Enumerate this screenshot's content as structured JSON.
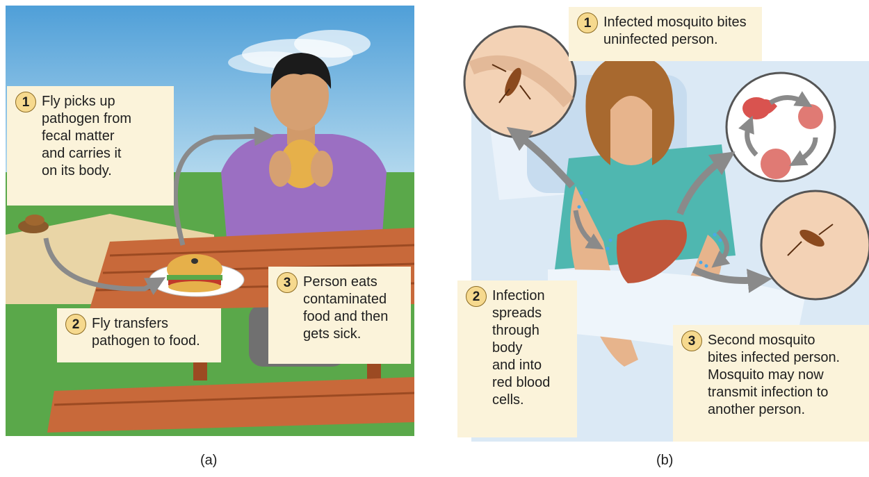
{
  "panel_a": {
    "caption": "(a)",
    "steps": [
      {
        "num": "1",
        "text": "Fly picks up\npathogen from\nfecal matter\nand carries it\non its body."
      },
      {
        "num": "2",
        "text": "Fly transfers\npathogen to food."
      },
      {
        "num": "3",
        "text": "Person eats\ncontaminated\nfood and then\ngets sick."
      }
    ]
  },
  "panel_b": {
    "caption": "(b)",
    "steps": [
      {
        "num": "1",
        "text": "Infected mosquito bites\nuninfected person."
      },
      {
        "num": "2",
        "text": "Infection\nspreads\nthrough\nbody\nand into\nred blood\ncells."
      },
      {
        "num": "3",
        "text": "Second mosquito\nbites infected person.\nMosquito may now\ntransmit infection to\nanother person."
      }
    ]
  },
  "colors": {
    "callout_bg": "#fbf3da",
    "badge": "#f6d98e",
    "arrow": "#8a8a8a",
    "sky": "#6fb3e0",
    "grass": "#5aa84a",
    "table_wood": "#c8693a",
    "shirt": "#9b6fc2",
    "bed": "#dbe9f5",
    "gown": "#4fb7b0",
    "liver": "#c0563a",
    "blood_cell": "#d9534f"
  }
}
